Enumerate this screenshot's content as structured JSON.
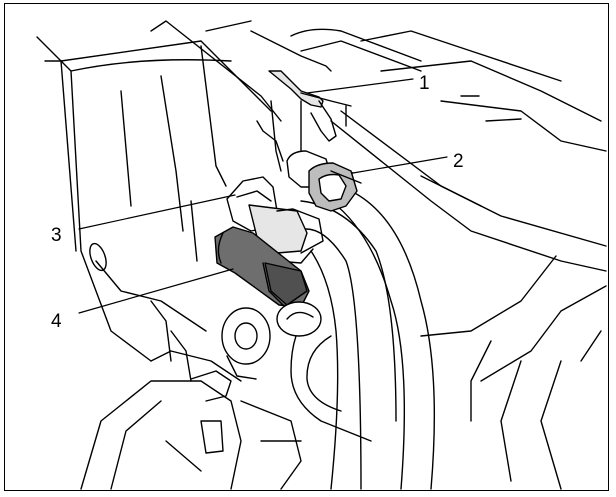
{
  "figure": {
    "callouts": [
      {
        "label": "1",
        "part": "hose-clip-bracket"
      },
      {
        "label": "2",
        "part": "hose-clamp"
      },
      {
        "label": "3",
        "part": "connector-clip"
      },
      {
        "label": "4",
        "part": "hose-coupling-sleeve"
      }
    ],
    "colors": {
      "line": "#000000",
      "background": "#ffffff",
      "sleeve_dark": "#6e6e6e",
      "sleeve_band": "#505050",
      "clamp_grey": "#bdbdbd",
      "light_grey": "#e6e6e6"
    }
  }
}
